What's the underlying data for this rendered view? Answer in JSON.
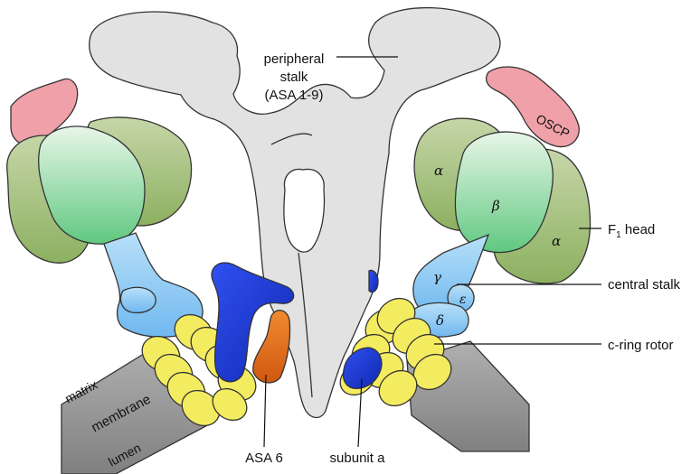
{
  "labels": {
    "peripheral_stalk": [
      "peripheral",
      "stalk",
      "(ASA 1-9)"
    ],
    "oscp": "OSCP",
    "f1_head": "F",
    "f1_head_sub": "1",
    "f1_head_suffix": " head",
    "central_stalk": "central stalk",
    "c_ring_rotor": "c-ring rotor",
    "asa6": "ASA 6",
    "subunit_a": "subunit a",
    "matrix": "matrix",
    "membrane": "membrane",
    "lumen": "lumen"
  },
  "subunits": {
    "alpha": "α",
    "beta": "β",
    "gamma": "γ",
    "delta": "δ",
    "epsilon": "ε"
  },
  "colors": {
    "stalk": "#e0e0e0",
    "oscp": "#f2a0a8",
    "alpha": "#a8c080",
    "beta": "#a8e0b8",
    "central_stalk": "#8cc8f0",
    "c_ring": "#f8f070",
    "subunit_a": "#2040d8",
    "asa6": "#e07020",
    "membrane": "#9a9a9a"
  }
}
